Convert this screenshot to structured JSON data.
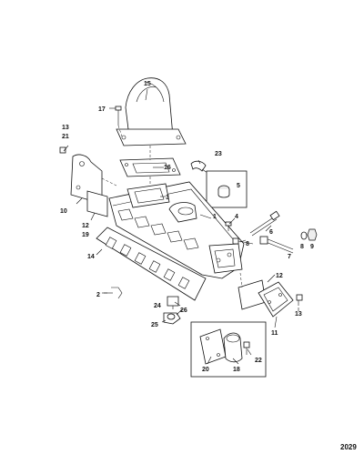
{
  "figure_id": "2029",
  "callouts": {
    "c1": "1",
    "c2": "2",
    "c3": "3",
    "c4": "4",
    "c5": "5",
    "c6": "6",
    "c7": "7",
    "c8": "8",
    "c9": "9",
    "c10": "10",
    "c11": "11",
    "c12a": "12",
    "c19": "19",
    "c12b": "12",
    "c13a": "13",
    "c21": "21",
    "c13b": "13",
    "c14": "14",
    "c15": "15",
    "c16": "16",
    "c17": "17",
    "c18": "18",
    "c20": "20",
    "c22": "22",
    "c23": "23",
    "c24": "24",
    "c25": "25",
    "c26": "26"
  }
}
